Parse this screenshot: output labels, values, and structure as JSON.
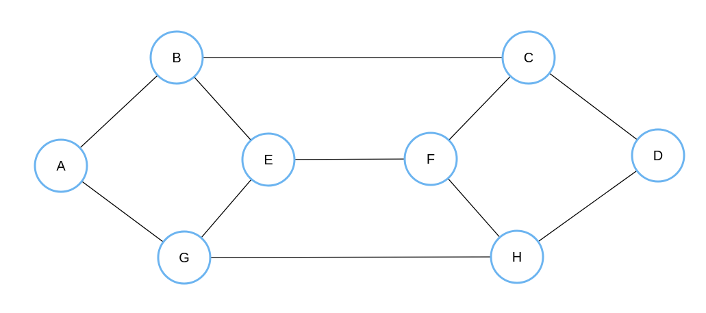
{
  "diagram": {
    "type": "undirected-graph",
    "colors": {
      "node_outline": "#6cb4f0",
      "node_fill": "#ffffff",
      "edge": "#000000",
      "label": "#000000"
    },
    "nodes": [
      {
        "id": "A",
        "label": "A"
      },
      {
        "id": "B",
        "label": "B"
      },
      {
        "id": "C",
        "label": "C"
      },
      {
        "id": "D",
        "label": "D"
      },
      {
        "id": "E",
        "label": "E"
      },
      {
        "id": "F",
        "label": "F"
      },
      {
        "id": "G",
        "label": "G"
      },
      {
        "id": "H",
        "label": "H"
      }
    ],
    "edges": [
      [
        "A",
        "B"
      ],
      [
        "A",
        "G"
      ],
      [
        "B",
        "C"
      ],
      [
        "B",
        "E"
      ],
      [
        "E",
        "G"
      ],
      [
        "E",
        "F"
      ],
      [
        "C",
        "F"
      ],
      [
        "C",
        "D"
      ],
      [
        "F",
        "H"
      ],
      [
        "G",
        "H"
      ],
      [
        "H",
        "D"
      ]
    ]
  }
}
